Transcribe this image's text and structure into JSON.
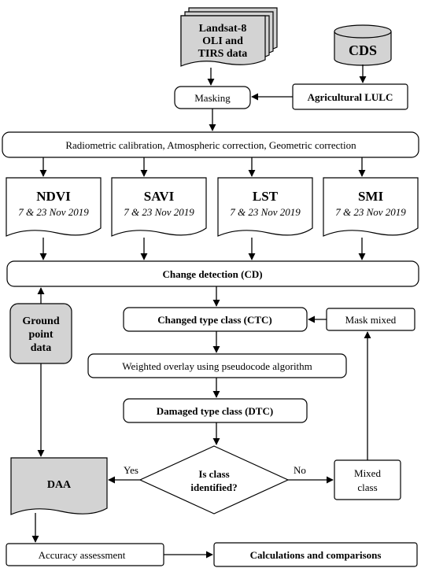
{
  "nodes": {
    "landsat": [
      "Landsat-8",
      "OLI and",
      "TIRS data"
    ],
    "cds": "CDS",
    "masking": "Masking",
    "agri_lulc": "Agricultural LULC",
    "preprocess": "Radiometric calibration, Atmospheric correction, Geometric correction",
    "indices": [
      {
        "name": "NDVI",
        "date": "7 & 23 Nov 2019"
      },
      {
        "name": "SAVI",
        "date": "7 & 23 Nov 2019"
      },
      {
        "name": "LST",
        "date": "7 & 23 Nov 2019"
      },
      {
        "name": "SMI",
        "date": "7 & 23 Nov 2019"
      }
    ],
    "change_detection": "Change detection (CD)",
    "ground_point": [
      "Ground",
      "point",
      "data"
    ],
    "ctc": "Changed type class (CTC)",
    "mask_mixed": "Mask mixed",
    "weighted_overlay": "Weighted overlay using pseudocode algorithm",
    "dtc": "Damaged type class (DTC)",
    "decision": [
      "Is class",
      "identified?"
    ],
    "yes_label": "Yes",
    "no_label": "No",
    "daa": "DAA",
    "mixed_class": [
      "Mixed",
      "class"
    ],
    "accuracy": "Accuracy assessment",
    "calculations": "Calculations and comparisons"
  },
  "colors": {
    "grey_fill": "#d3d3d3",
    "stroke": "#000000",
    "background": "#ffffff"
  }
}
